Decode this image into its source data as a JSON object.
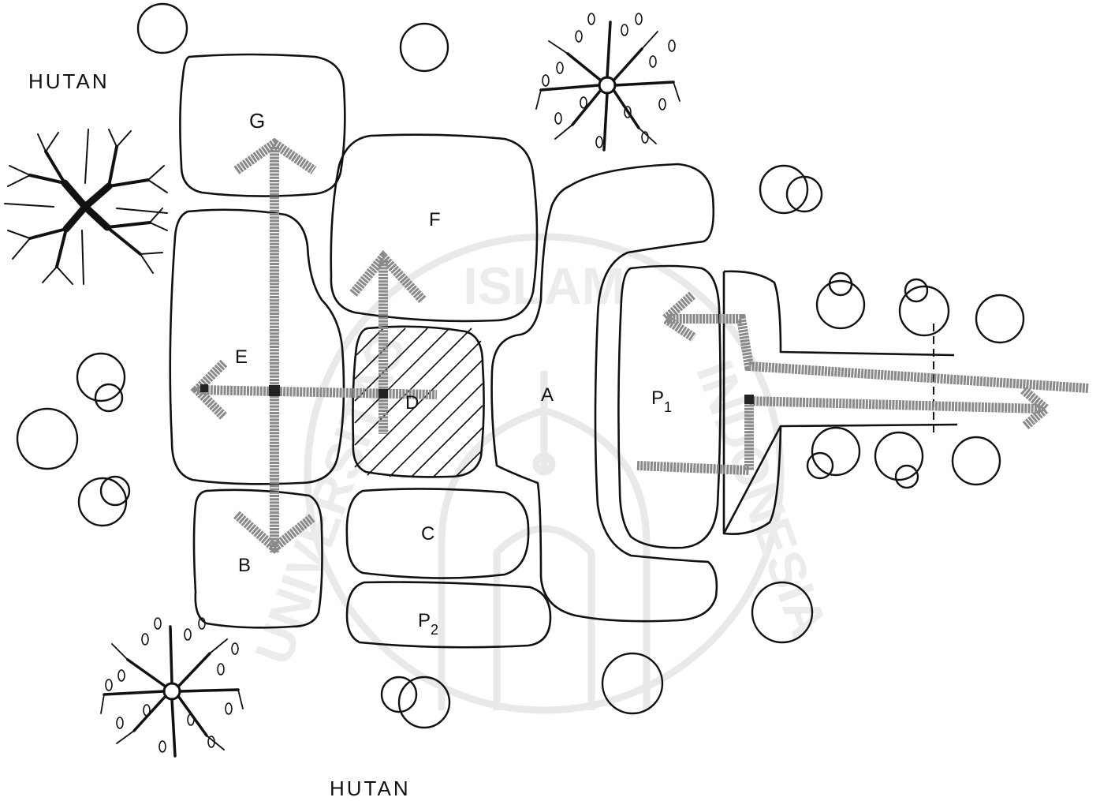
{
  "labels": {
    "forest_top": "HUTAN",
    "forest_bottom": "HUTAN",
    "zone_a": "A",
    "zone_b": "B",
    "zone_c": "C",
    "zone_d": "D",
    "zone_e": "E",
    "zone_f": "F",
    "zone_g": "G",
    "zone_p1_main": "P",
    "zone_p1_sub": "1",
    "zone_p2_main": "P",
    "zone_p2_sub": "2"
  },
  "watermark": {
    "top": "ISLAM",
    "left": "UNIVERSITAS",
    "right": "INDONESIA"
  },
  "colors": {
    "line": "#111111",
    "flow": "#8a8a8a",
    "watermark": "#e9e9e9"
  }
}
